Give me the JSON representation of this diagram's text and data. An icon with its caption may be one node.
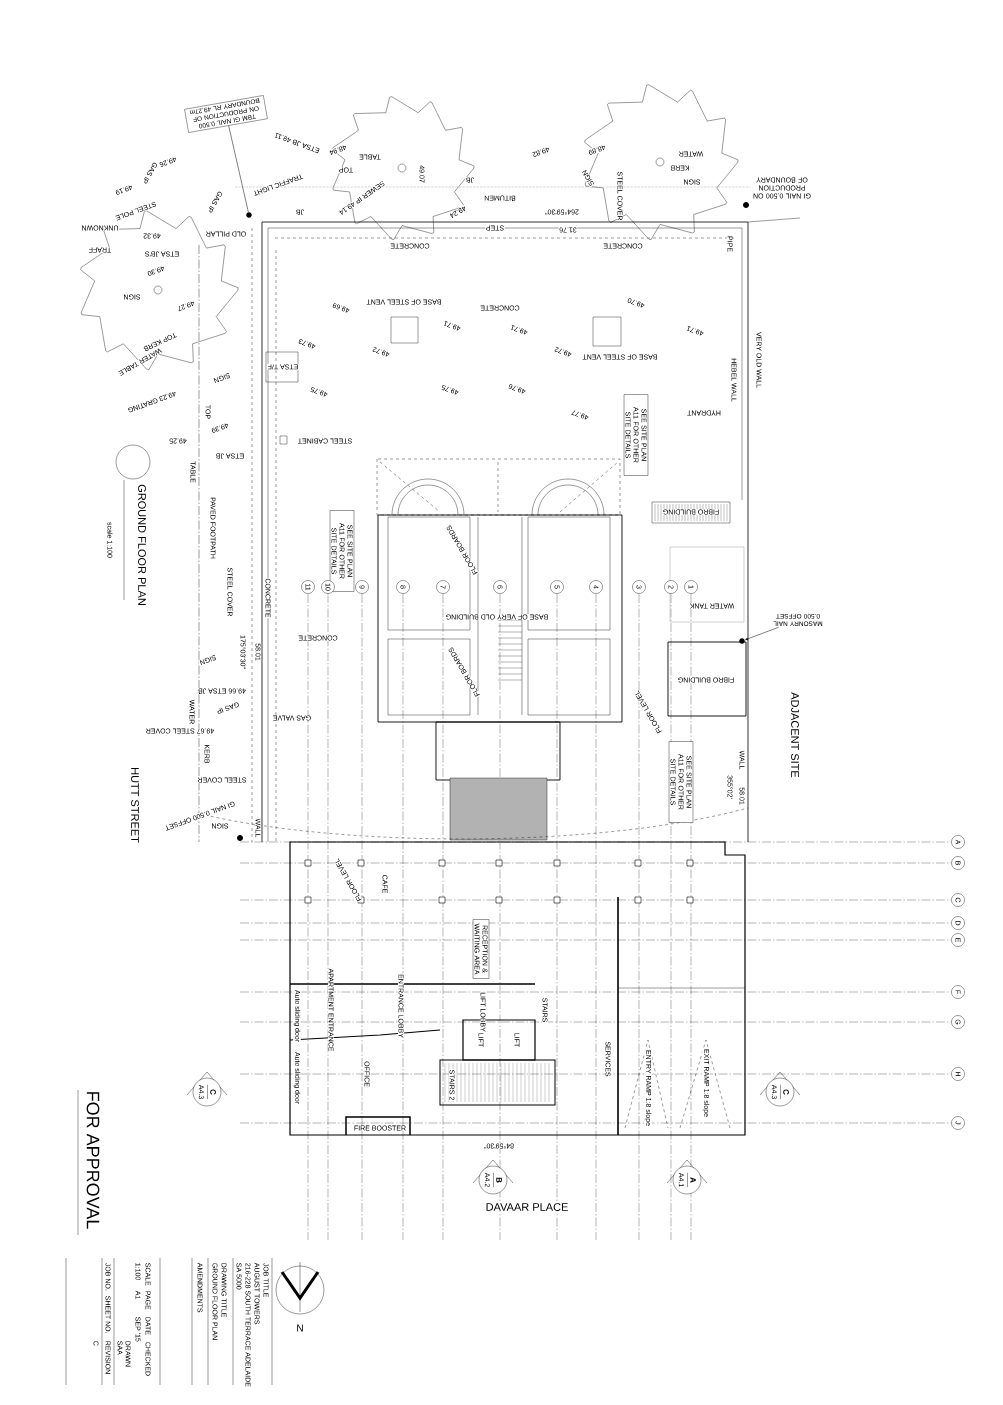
{
  "diagram": {
    "title": "GROUND FLOOR PLAN",
    "nodes": [
      {
        "text": [
          "TBM GI NAIL 0.500 ON PRODUCTION OF BOUNDARY RL 49.27m"
        ]
      },
      {
        "text": [],
        "shape": "circle"
      },
      {
        "text": [
          "MASONRY NAIL 0.500 OFFSET"
        ]
      },
      {
        "text": [],
        "shape": "circle"
      },
      {
        "text": [
          "SEE SITE PLAN A11 FOR OTHER SITE DETAILS"
        ]
      },
      {
        "text": [
          "SEE SITE PLAN A11 FOR OTHER SITE DETAILS"
        ]
      },
      {
        "text": [
          "SEE SITE PLAN A11 FOR OTHER SITE DETAILS"
        ]
      },
      {
        "text": [
          "RECEPTION & WAITING AREA"
        ]
      },
      {
        "text": [
          "A"
        ]
      },
      {
        "text": [
          "B"
        ]
      },
      {
        "text": [
          "C"
        ]
      },
      {
        "text": [
          "D"
        ]
      },
      {
        "text": [
          "E"
        ]
      },
      {
        "text": [
          "F"
        ]
      },
      {
        "text": [
          "G"
        ]
      },
      {
        "text": [
          "H"
        ]
      },
      {
        "text": [
          "J"
        ]
      },
      {
        "text": [
          "11"
        ]
      },
      {
        "text": [
          "10"
        ]
      },
      {
        "text": [
          "9"
        ]
      },
      {
        "text": [
          "8"
        ]
      },
      {
        "text": [
          "7"
        ]
      },
      {
        "text": [
          "6"
        ]
      },
      {
        "text": [
          "5"
        ]
      },
      {
        "text": [
          "4"
        ]
      },
      {
        "text": [
          "3"
        ]
      },
      {
        "text": [
          "2"
        ]
      },
      {
        "text": [
          "1"
        ]
      },
      {
        "text": [
          "C",
          "A4.3"
        ]
      },
      {
        "text": [
          "C",
          "A4.3"
        ]
      },
      {
        "text": [
          "B",
          "A4.2"
        ]
      },
      {
        "text": [
          "A",
          "A4.1"
        ]
      }
    ],
    "edges": [
      {
        "from": 0,
        "to": 1,
        "arrow": "none"
      },
      {
        "from": 2,
        "to": 3,
        "arrow": "to"
      }
    ],
    "labels": [
      "ETSA JB 49.11",
      "48.94",
      "TABLE",
      "49.82",
      "48.89",
      "WATER",
      "GAS IP",
      "49.26",
      "TOP",
      "49.07",
      "KERB",
      "49.19",
      "TRAFFIC LIGHT",
      "JB",
      "SIGN",
      "STEEL COVER",
      "SIGN",
      "GI NAIL 0.500 ON PRODUCTION OF BOUNDARY",
      "STEEL POLE",
      "GAS IP",
      "JB",
      "SEWER IP 49.14",
      "49.24",
      "BITUMEN",
      "264°59'30\"",
      "UNKNOWN",
      "49.32",
      "OLD PILLAR",
      "CONCRETE",
      "STEP",
      "31.76",
      "CONCRETE",
      "PIPE",
      "TRAFF",
      "ETSA JB'S",
      "49.30",
      "SIGN",
      "49.27",
      "49.69",
      "BASE OF STEEL VENT",
      "CONCRETE",
      "49.70",
      "49.71",
      "49.71",
      "49.71",
      "WATER TABLE",
      "TOP KERB",
      "49.73",
      "49.72",
      "49.72",
      "BASE OF STEEL VENT",
      "VERY OLD WALL",
      "SIGN",
      "ETSA T/F",
      "HEBEL WALL",
      "49.75",
      "49.75",
      "49.76",
      "49.23 GRATING",
      "TOP",
      "49.77",
      "HYDRANT",
      "49.25",
      "49.39",
      "STEEL CABINET",
      "TABLE",
      "ETSA JB",
      "FIBRO BUILDING",
      "scale 1:100",
      "PAVED FOOTPATH",
      "FLOOR BOARDS",
      "STEEL COVER",
      "CONCRETE",
      "WATER TANK",
      "BASE OF VERY OLD BUILDING",
      "SIGN",
      "175°03'30\"",
      "58.01",
      "CONCRETE",
      "FLOOR BOARDS",
      "FIBRO BUILDING",
      "WATER",
      "49.66 ETSA JB",
      "GAS IP",
      "GAS VALVE",
      "FLOOR LEVEL",
      "49.67 STEEL COVER",
      "KERB",
      "ADJACENT SITE",
      "STEEL COVER",
      "355°02'",
      "WALL",
      "58.01",
      "HUTT STREET",
      "GI NAIL 0.500 OFFSET",
      "SIGN",
      "WALL",
      "FLOOR LEVEL",
      "CAFE",
      "Auto sliding door",
      "APARTMENT ENTRANCE",
      "ENTRANCE LOBBY",
      "LIFT LOBBY",
      "STAIRS",
      "LIFT",
      "LIFT",
      "SERVICES",
      "Auto sliding door",
      "OFFICE",
      "STAIRS 2",
      "ENTRY RAMP 1:8 slope",
      "EXIT RAMP 1:8 slope",
      "FOR APPROVAL",
      "FIRE BOOSTER",
      "84°59'30\"",
      "DAVAAR PLACE",
      "JOB NO.",
      "1:100",
      "SCALE",
      "AMENDMENTS",
      "GROUND FLOOR PLAN",
      "DRAWING TITLE",
      "SA 5000",
      "216-228 SOUTH TERRACE ADELAIDE",
      "AUGUST TOWERS",
      "JOB TITLE",
      "SHEET NO.",
      "A1",
      "PAGE",
      "SEP '15",
      "DATE",
      "C",
      "REVISION",
      "SAA",
      "DRAWN",
      "CHECKED",
      "N"
    ]
  }
}
